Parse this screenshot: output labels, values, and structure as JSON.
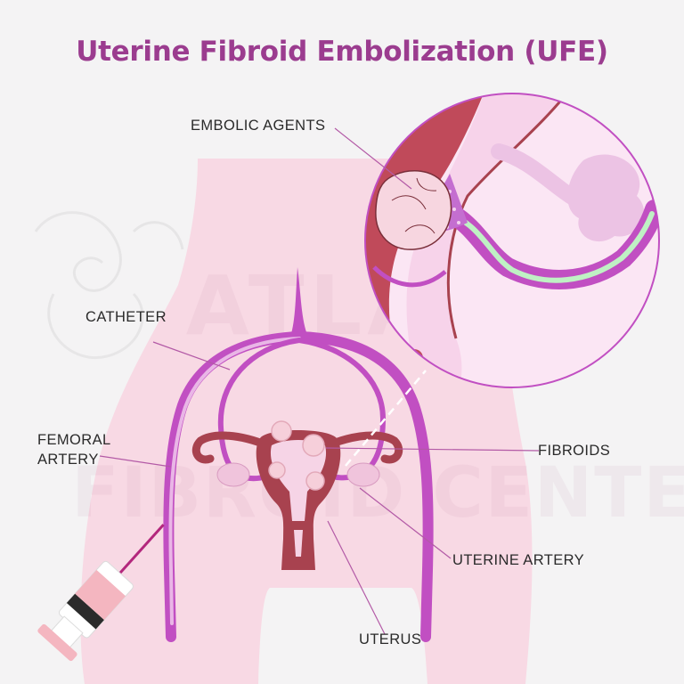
{
  "title": "Uterine Fibroid Embolization (UFE)",
  "labels": {
    "embolic_agents": "EMBOLIC AGENTS",
    "catheter": "CATHETER",
    "femoral_artery_line1": "FEMORAL",
    "femoral_artery_line2": "ARTERY",
    "fibroids": "FIBROIDS",
    "uterine_artery": "UTERINE ARTERY",
    "uterus": "UTERUS"
  },
  "watermark": {
    "line1": "ATLANTA",
    "line2": "FIBROID CENTER"
  },
  "colors": {
    "title": "#9b3c8f",
    "body": "#f8d8e3",
    "artery": "#c14fc2",
    "uterus_wall": "#a8424f",
    "uterus_inner": "#f6d4e6",
    "magnifier_bg": "#fbe6f4",
    "embolic_fill": "#c46ed0",
    "catheter_inner": "#bff1c4"
  }
}
